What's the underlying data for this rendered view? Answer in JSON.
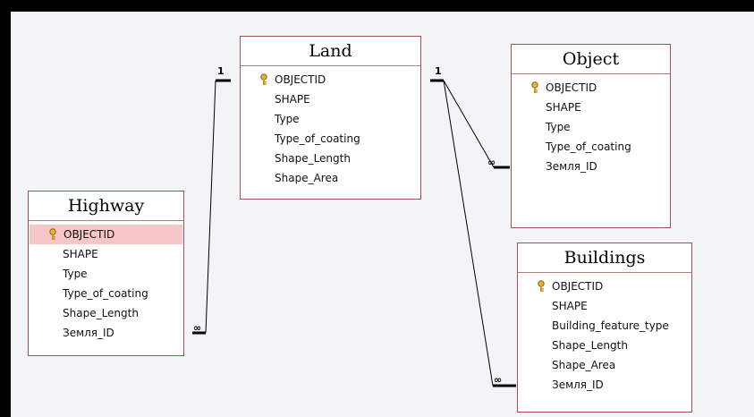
{
  "tables": {
    "land": {
      "name": "Land",
      "fields": [
        "OBJECTID",
        "SHAPE",
        "Type",
        "Type_of_coating",
        "Shape_Length",
        "Shape_Area"
      ]
    },
    "object": {
      "name": "Object",
      "fields": [
        "OBJECTID",
        "SHAPE",
        "Type",
        "Type_of_coating",
        "Земля_ID"
      ]
    },
    "highway": {
      "name": "Highway",
      "fields": [
        "OBJECTID",
        "SHAPE",
        "Type",
        "Type_of_coating",
        "Shape_Length",
        "Земля_ID"
      ]
    },
    "buildings": {
      "name": "Buildings",
      "fields": [
        "OBJECTID",
        "SHAPE",
        "Building_feature_type",
        "Shape_Length",
        "Shape_Area",
        "Земля_ID"
      ]
    }
  },
  "primary_key_field": "OBJECTID",
  "selected_field": {
    "table": "highway",
    "field": "OBJECTID"
  },
  "relationships": [
    {
      "from": "land",
      "to": "highway",
      "one_label": "1",
      "many_label": "∞"
    },
    {
      "from": "land",
      "to": "object",
      "one_label": "1",
      "many_label": "∞"
    },
    {
      "from": "land",
      "to": "buildings",
      "one_label": "1",
      "many_label": "∞"
    }
  ],
  "colors": {
    "table_border": "#a35050",
    "selected_row": "#f7c6c6",
    "canvas": "#f2f4f8",
    "frame": "#000000"
  }
}
